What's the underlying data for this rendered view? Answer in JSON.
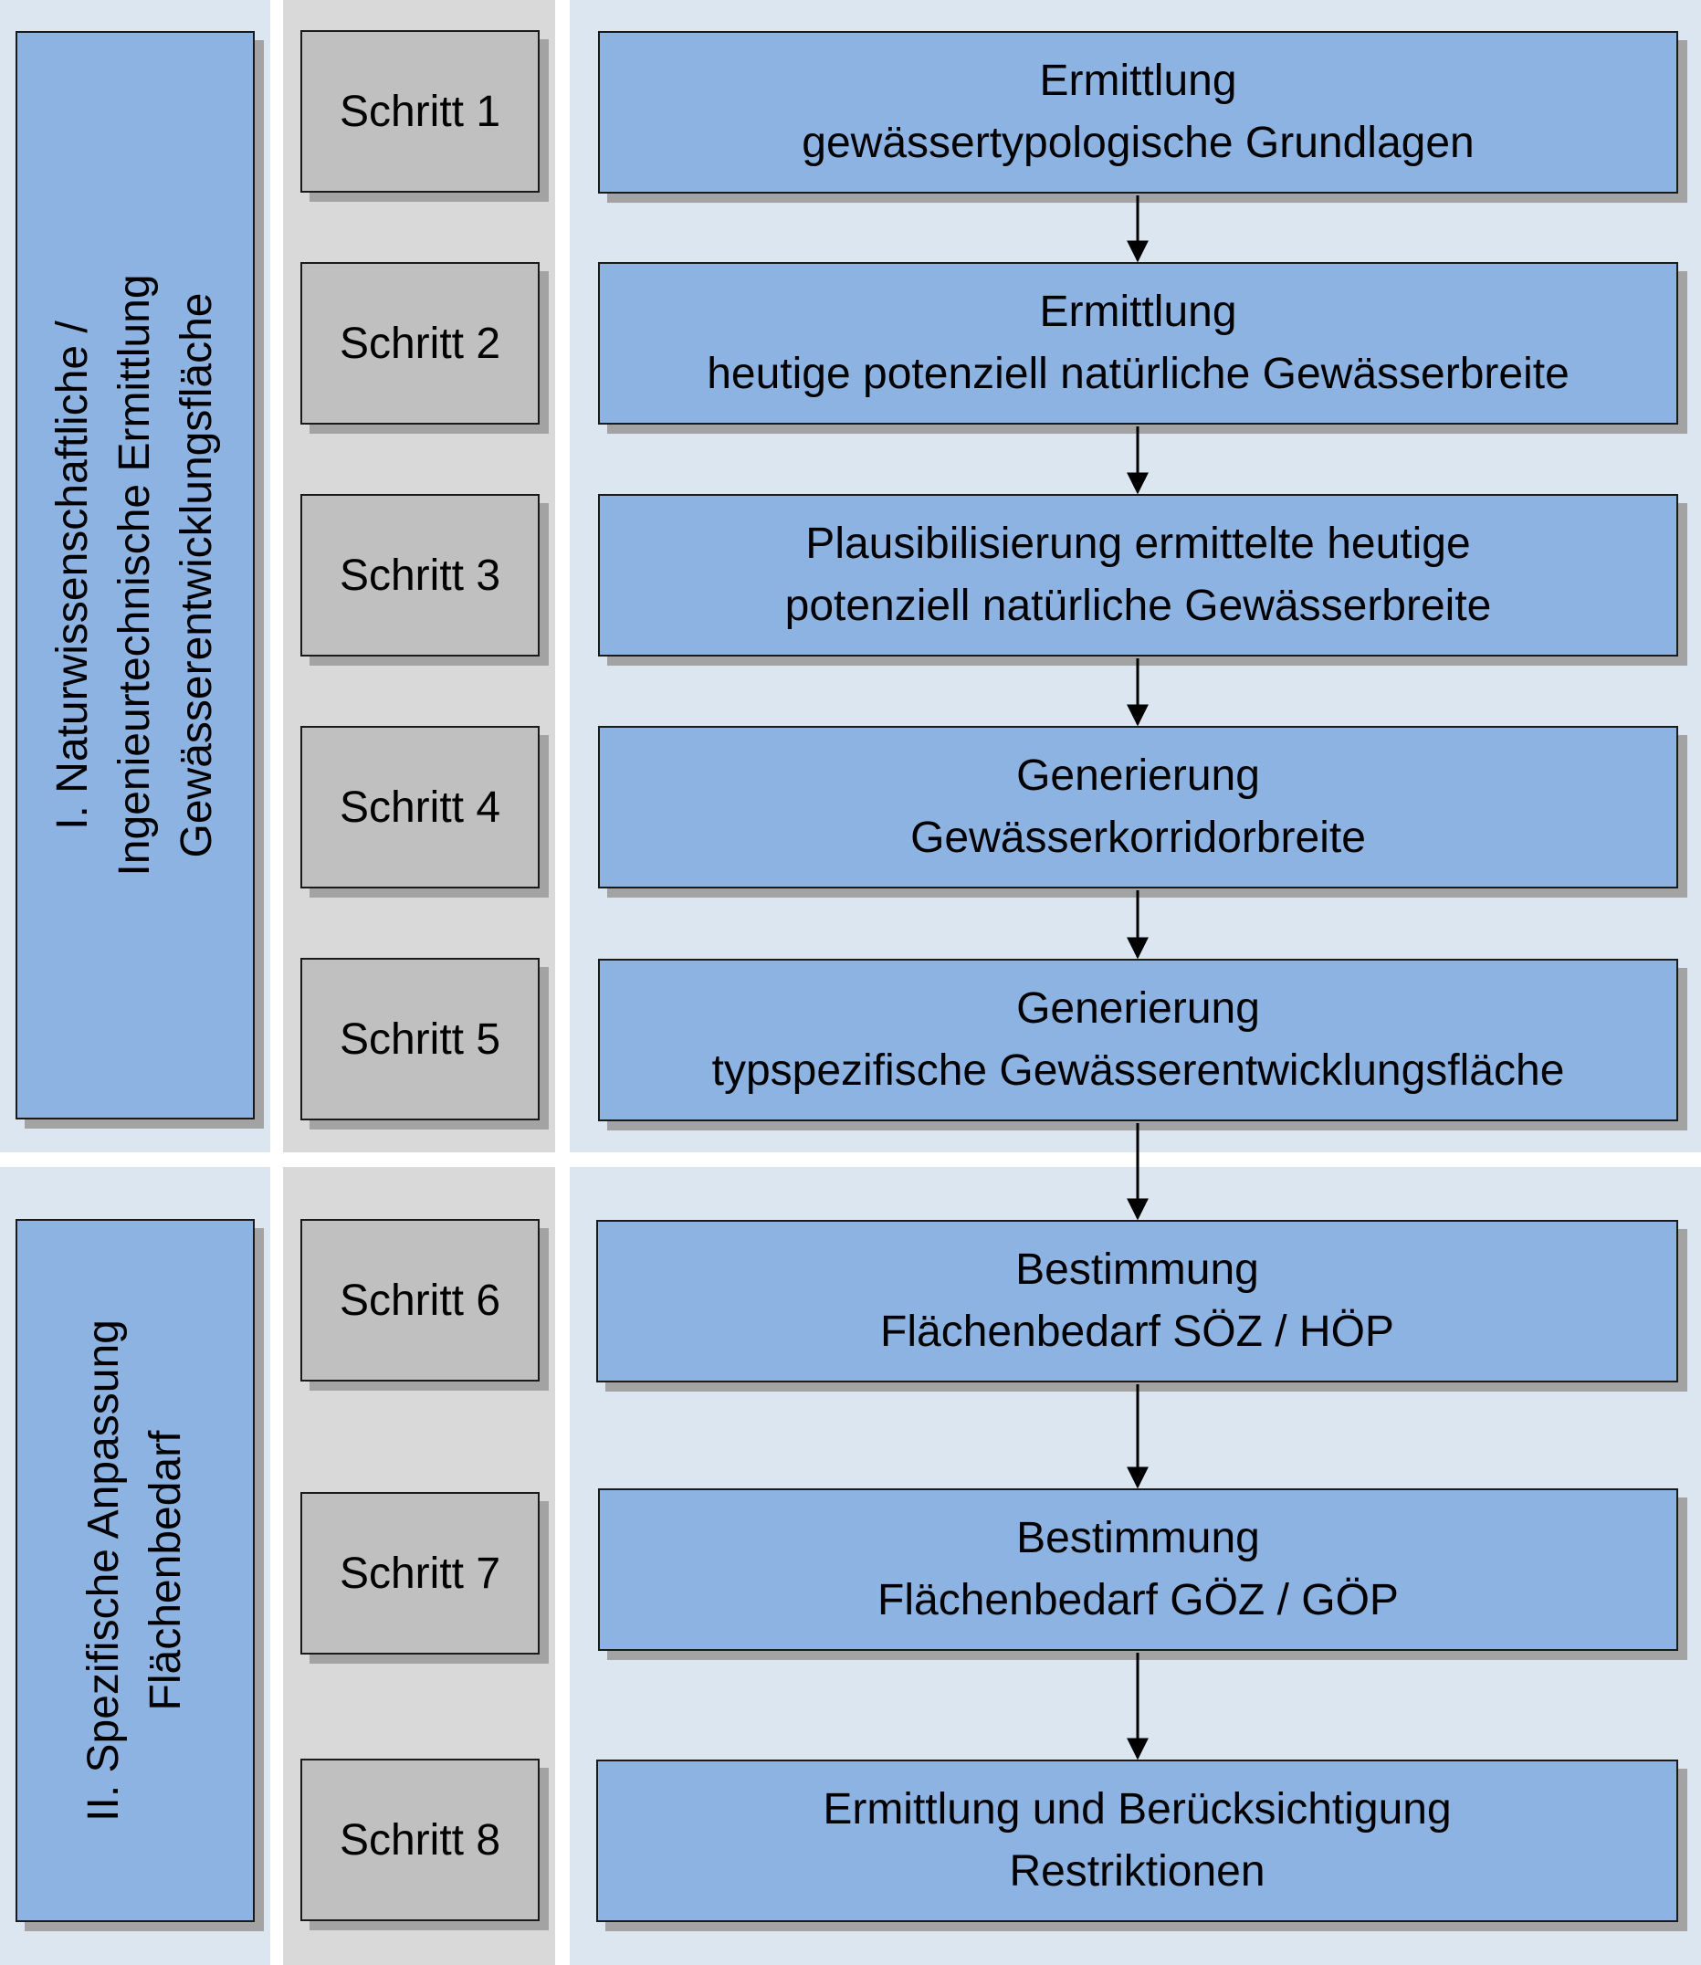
{
  "phases": [
    {
      "lines": [
        "I. Naturwissenschaftliche /",
        "Ingenieurtechnische Ermittlung",
        "Gewässerentwicklungsfläche"
      ]
    },
    {
      "lines": [
        "II. Spezifische Anpassung",
        "Flächenbedarf"
      ]
    }
  ],
  "steps": [
    {
      "label": "Schritt 1",
      "lines": [
        "Ermittlung",
        "gewässertypologische Grundlagen"
      ]
    },
    {
      "label": "Schritt 2",
      "lines": [
        "Ermittlung",
        "heutige potenziell natürliche Gewässerbreite"
      ]
    },
    {
      "label": "Schritt 3",
      "lines": [
        "Plausibilisierung ermittelte heutige",
        "potenziell natürliche Gewässerbreite"
      ]
    },
    {
      "label": "Schritt 4",
      "lines": [
        "Generierung",
        "Gewässerkorridorbreite"
      ]
    },
    {
      "label": "Schritt 5",
      "lines": [
        "Generierung",
        "typspezifische Gewässerentwicklungsfläche"
      ]
    },
    {
      "label": "Schritt 6",
      "lines": [
        "Bestimmung",
        "Flächenbedarf SÖZ / HÖP"
      ]
    },
    {
      "label": "Schritt 7",
      "lines": [
        "Bestimmung",
        "Flächenbedarf GÖZ / GÖP"
      ]
    },
    {
      "label": "Schritt 8",
      "lines": [
        "Ermittlung und Berücksichtigung",
        "Restriktionen"
      ]
    }
  ],
  "colors": {
    "phase_fill": "#8db3e2",
    "process_fill": "#8db3e2",
    "step_fill": "#c0c0c0",
    "band_blue": "#dce6f1",
    "band_gray": "#d9d9d9"
  }
}
